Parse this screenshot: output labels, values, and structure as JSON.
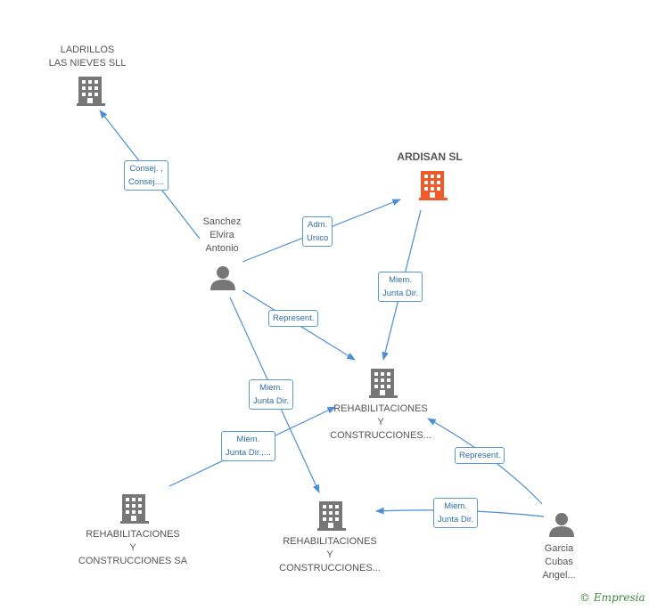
{
  "nodes": {
    "ladrillos": {
      "label": "LADRILLOS\nLAS NIEVES SLL",
      "type": "company"
    },
    "ardisan": {
      "label": "ARDISAN SL",
      "type": "company-main"
    },
    "sanchez": {
      "label": "Sanchez\nElvira\nAntonio",
      "type": "person"
    },
    "rehab_center": {
      "label": "REHABILITACIONES\nY\nCONSTRUCCIONES...",
      "type": "company"
    },
    "rehab_sa": {
      "label": "REHABILITACIONES\nY\nCONSTRUCCIONES SA",
      "type": "company"
    },
    "rehab_bottom": {
      "label": "REHABILITACIONES\nY\nCONSTRUCCIONES...",
      "type": "company"
    },
    "garcia": {
      "label": "Garcia\nCubas\nAngel...",
      "type": "person"
    }
  },
  "edges": [
    {
      "from": "sanchez",
      "to": "ladrillos",
      "label": "Consej. ,\nConsej...."
    },
    {
      "from": "sanchez",
      "to": "ardisan",
      "label": "Adm.\nUnico"
    },
    {
      "from": "ardisan",
      "to": "rehab_center",
      "label": "Miem.\nJunta Dir."
    },
    {
      "from": "sanchez",
      "to": "rehab_center",
      "label": "Represent."
    },
    {
      "from": "sanchez",
      "to": "rehab_bottom",
      "label": "Miem.\nJunta Dir."
    },
    {
      "from": "rehab_sa",
      "to": "rehab_center",
      "label": "Miem.\nJunta Dir.,..."
    },
    {
      "from": "garcia",
      "to": "rehab_center",
      "label": "Represent."
    },
    {
      "from": "garcia",
      "to": "rehab_bottom",
      "label": "Miem.\nJunta Dir."
    }
  ],
  "colors": {
    "edge": "#4a90d9",
    "company": "#777777",
    "main_company": "#f05a28",
    "person": "#777777"
  },
  "footer": {
    "copyright": "©",
    "brand": "Empresia"
  }
}
